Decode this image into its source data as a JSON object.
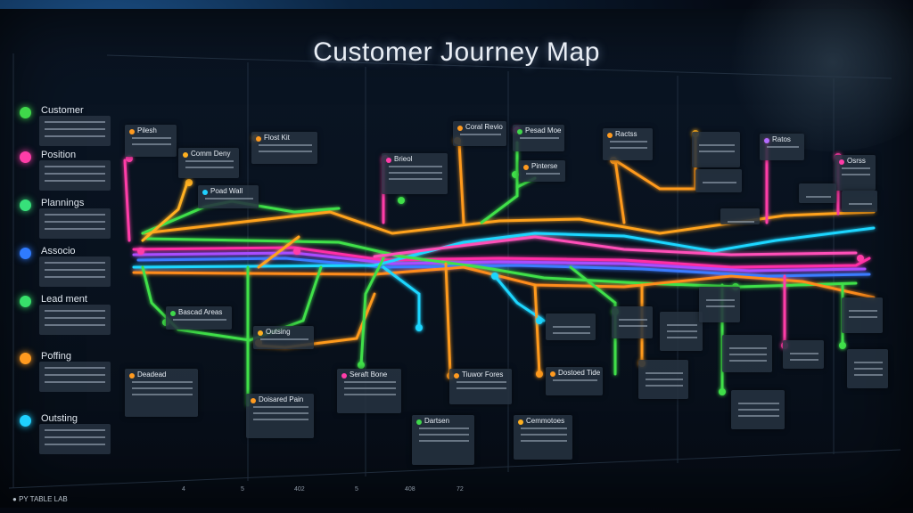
{
  "title": "Customer Journey Map",
  "footer": "PY TABLE LAB",
  "stages": [
    {
      "name": "Customer",
      "color": "#3fd84a"
    },
    {
      "name": "Position",
      "color": "#ff3da8"
    },
    {
      "name": "Plannings",
      "color": "#37e07a"
    },
    {
      "name": "Associo",
      "color": "#2f7bff"
    },
    {
      "name": "Lead ment",
      "color": "#37e06a"
    },
    {
      "name": "Poffing",
      "color": "#ff9a1f"
    },
    {
      "name": "Outsting",
      "color": "#1fd0ff"
    }
  ],
  "cards": [
    {
      "title": "Pilesh",
      "color": "#ff9a1f"
    },
    {
      "title": "Comm Deny",
      "color": "#ffb020"
    },
    {
      "title": "Flost Kit",
      "color": "#ff9a1f"
    },
    {
      "title": "Poad Wall",
      "color": "#1fd0ff"
    },
    {
      "title": "Brieol",
      "color": "#ff3da8"
    },
    {
      "title": "Coral Revio",
      "color": "#ff9a1f"
    },
    {
      "title": "Pesad Moe",
      "color": "#3fd84a"
    },
    {
      "title": "Pinterse",
      "color": "#ff9a1f"
    },
    {
      "title": "Ractss",
      "color": "#ff9a1f"
    },
    {
      "title": "Ratos",
      "color": "#b46bff"
    },
    {
      "title": "Osrss",
      "color": "#ff3da8"
    },
    {
      "title": "Bascad Areas",
      "color": "#3fd84a"
    },
    {
      "title": "Outsing",
      "color": "#ffb020"
    },
    {
      "title": "Deadead",
      "color": "#ff9a1f"
    },
    {
      "title": "Seraft Bone",
      "color": "#ff3da8"
    },
    {
      "title": "Doisared Pain",
      "color": "#ff9a1f"
    },
    {
      "title": "Dartsen",
      "color": "#3fd84a"
    },
    {
      "title": "Tiuwor Fores",
      "color": "#ff9a1f"
    },
    {
      "title": "Cemmotoes",
      "color": "#ffb020"
    },
    {
      "title": "Dostoed Tide",
      "color": "#ff9a1f"
    }
  ],
  "axis_ticks": [
    "4",
    "5",
    "402",
    "5",
    "408",
    "72"
  ]
}
